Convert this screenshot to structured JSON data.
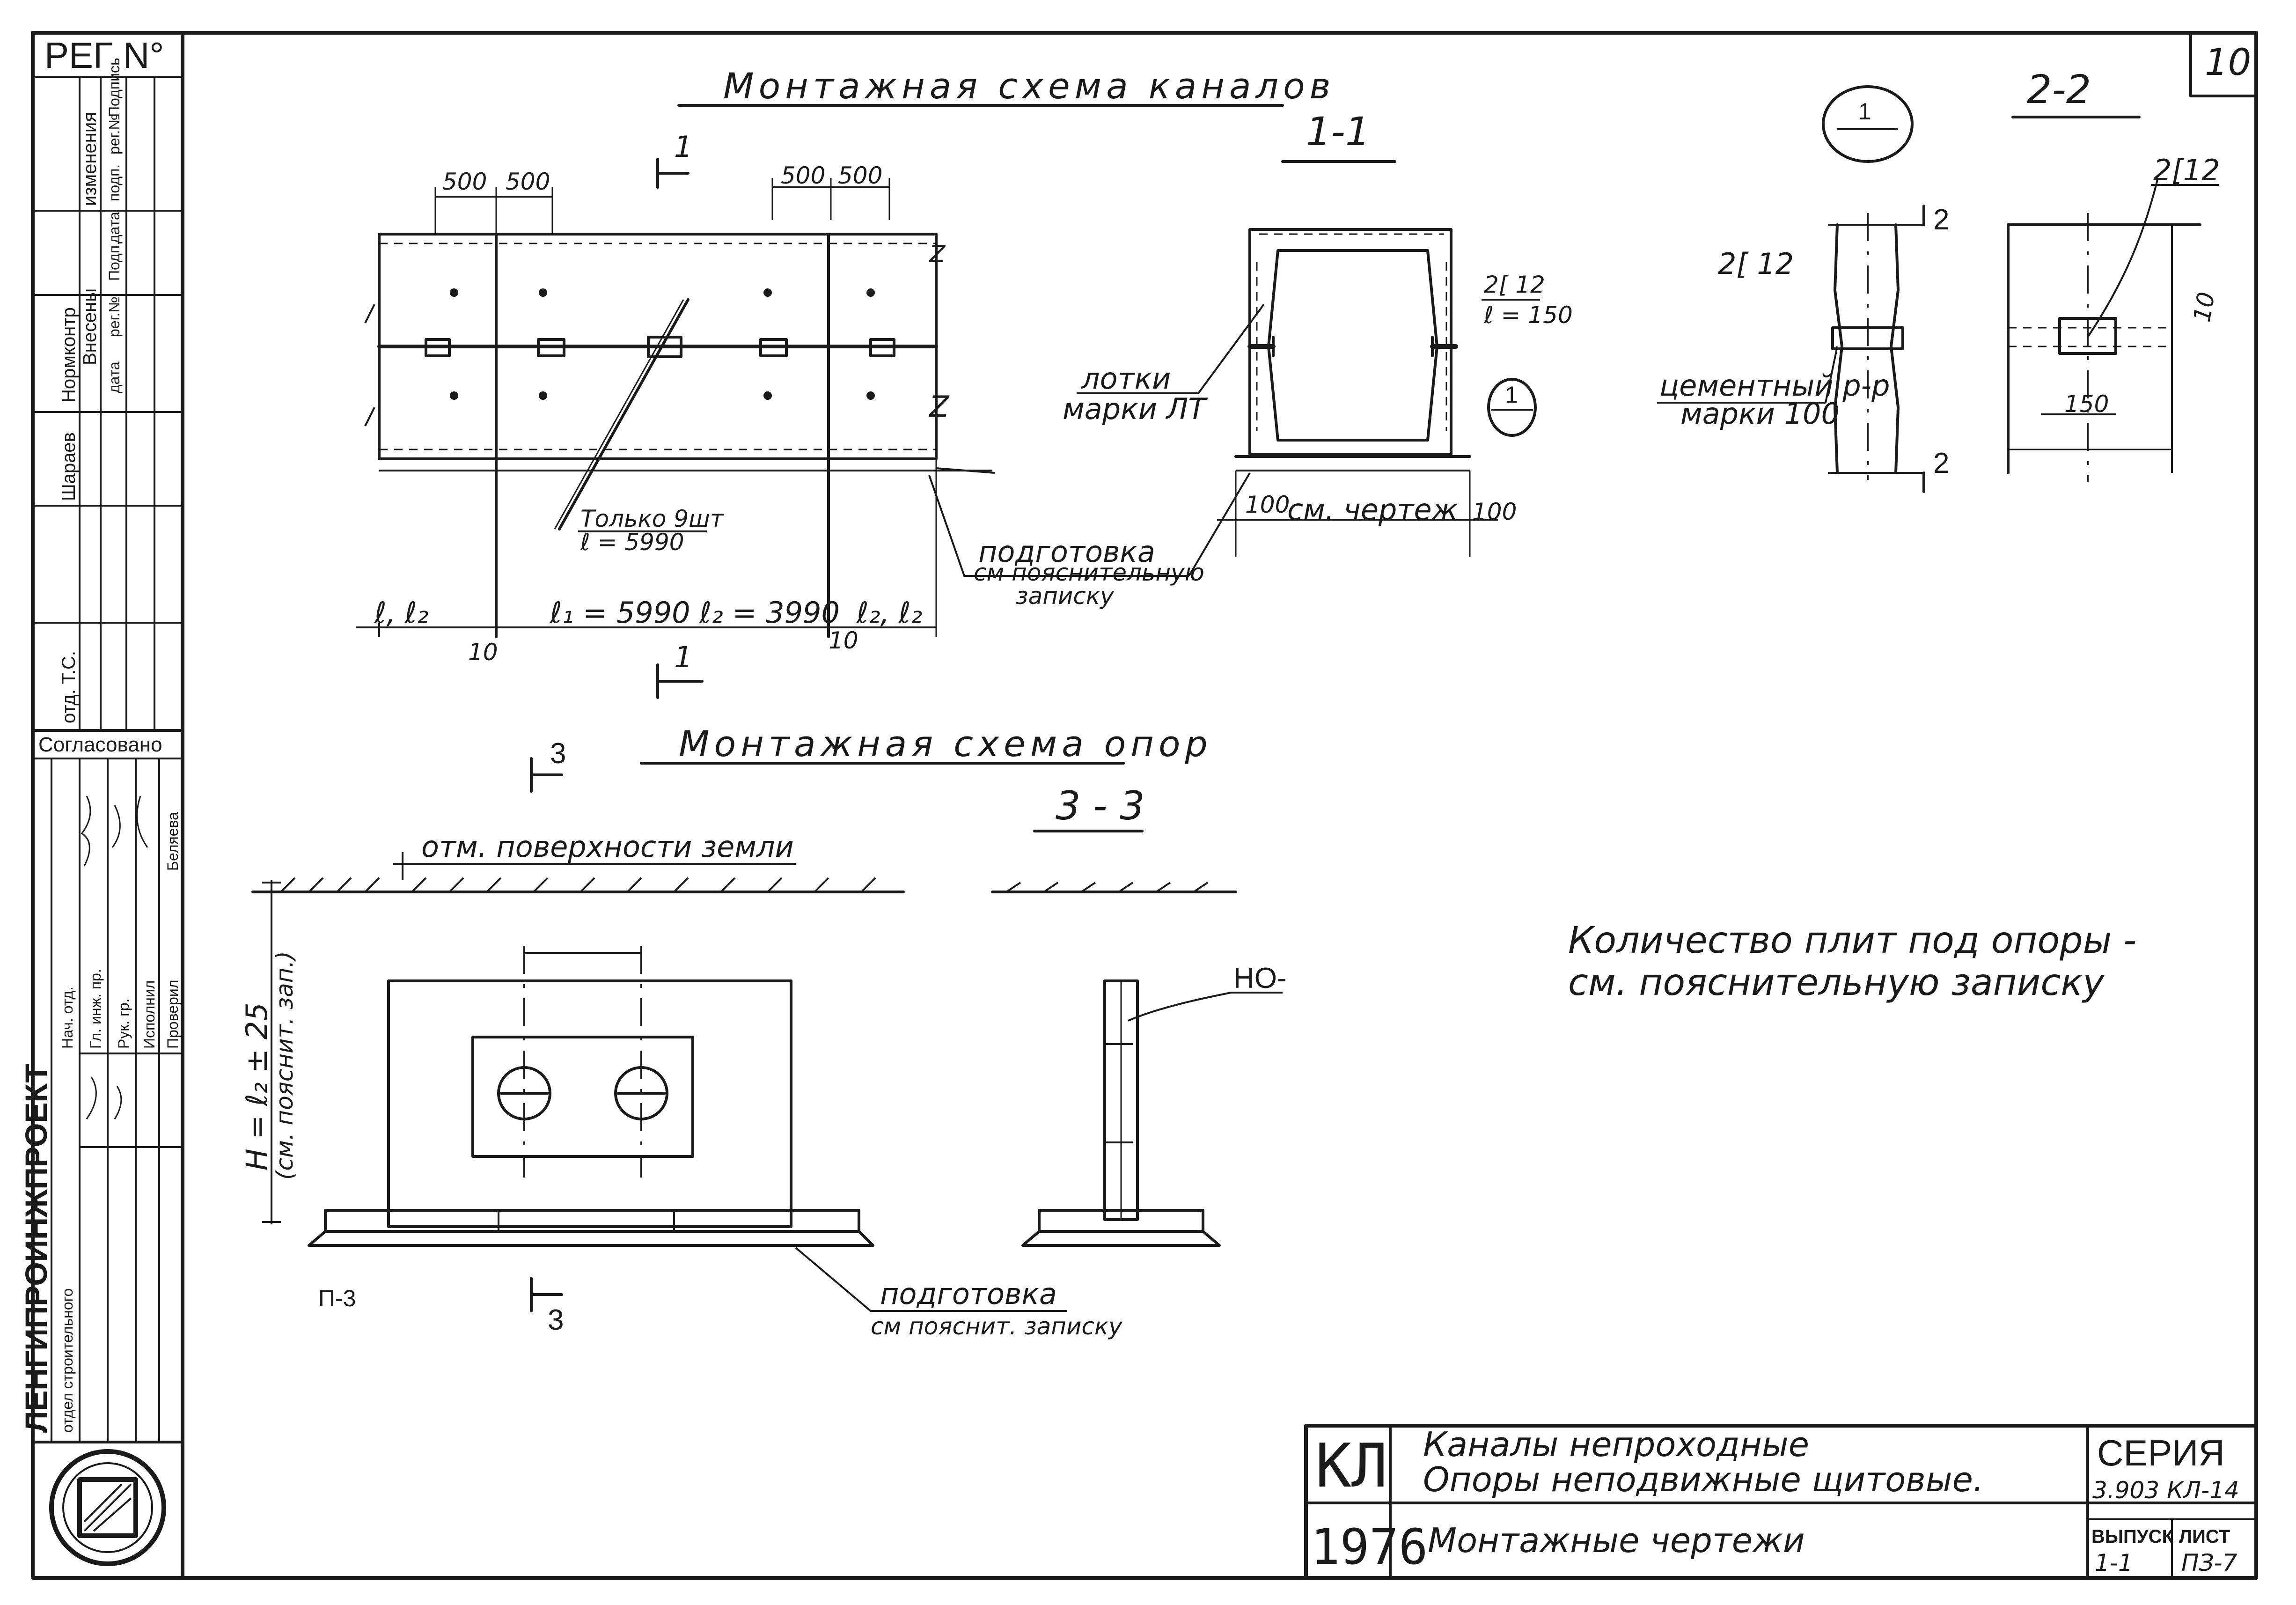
{
  "sheet": {
    "page_number": "10",
    "side_stamp": {
      "reg": "РЕГ N°",
      "header_cols": [
        "Нормконтр",
        "Внесены",
        "изменения"
      ],
      "header_sub": [
        "дата",
        "рег.№",
        "Подп.",
        "дата",
        "подп.",
        "рег.№",
        "Подпись"
      ],
      "sign_1": "Шараев",
      "sign_2": "отд. Т.С.",
      "agreed": "Согласовано",
      "org": "ЛЕНГИПРОИНЖПРОЕКТ",
      "roles": [
        "Нач. отд.",
        "Гл. инж. пр.",
        "Рук. гр.",
        "Исполнил",
        "Проверил"
      ],
      "dept": "отдел строительного",
      "sign_3": "Беляева"
    }
  },
  "drawings": {
    "scheme_channels": {
      "title": "Монтажная схема каналов",
      "dims_top_left": [
        "500",
        "500"
      ],
      "dims_top_right": [
        "500",
        "500"
      ],
      "cut_mark": "1",
      "z_mark": "Z",
      "note_only": "Только 9шт",
      "note_length": "ℓ = 5990",
      "bottom_dims": [
        "ℓ, ℓ₂",
        "ℓ₁ = 5990  ℓ₂ = 3990",
        "ℓ₂, ℓ₂"
      ],
      "axis_left": "10",
      "axis_right": "10",
      "prep_label": "подготовка",
      "prep_note_1": "см пояснительную",
      "prep_note_2": "записку"
    },
    "section_1_1": {
      "title": "1-1",
      "trays_1": "лотки",
      "trays_2": "марки ЛТ",
      "channel_1": "2[ 12",
      "channel_2": "ℓ = 150",
      "bubble": "1",
      "dim_left": "100",
      "dim_mid": "см. чертеж",
      "dim_right": "100"
    },
    "section_2_2": {
      "title": "2-2",
      "bubble": "1",
      "channel": "2[ 12",
      "channel_right": "2[12",
      "cement_1": "цементный р-р",
      "cement_2": "марки 100",
      "mark": "2",
      "dim_150": "150",
      "dim_10": "10"
    },
    "scheme_supports": {
      "title": "Монтажная схема опор",
      "cut_mark": "3",
      "ground": "отм. поверхности земли",
      "height_note": "H = ℓ₂ ± 25",
      "height_sub": "(см. пояснит. зап.)",
      "slab_mark": "П-3",
      "prep_label": "подготовка",
      "prep_note": "см пояснит. записку"
    },
    "section_3_3": {
      "title": "3 - 3",
      "mark": "НО-"
    },
    "note": {
      "line_1": "Количество  плит под опоры  -",
      "line_2": "см. пояснительную записку"
    }
  },
  "title_block": {
    "code": "КЛ",
    "year": "1976",
    "name_1": "Каналы    непроходные",
    "name_2": "Опоры   неподвижные    щитовые.",
    "name_3": "Монтажные       чертежи",
    "series_label": "СЕРИЯ",
    "series_value": "3.903 КЛ-14",
    "issue_label": "ВЫПУСК",
    "issue_value": "1-1",
    "sheet_label": "ЛИСТ",
    "sheet_value": "ПЗ-7"
  }
}
